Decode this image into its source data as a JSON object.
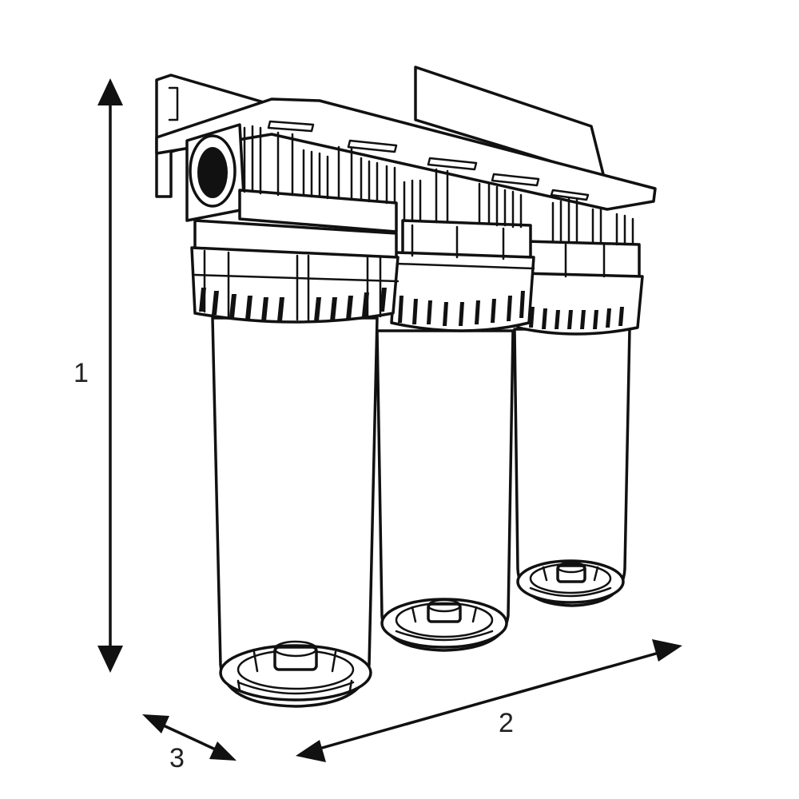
{
  "dimensions": {
    "height_label": "1",
    "width_label": "2",
    "depth_label": "3"
  }
}
